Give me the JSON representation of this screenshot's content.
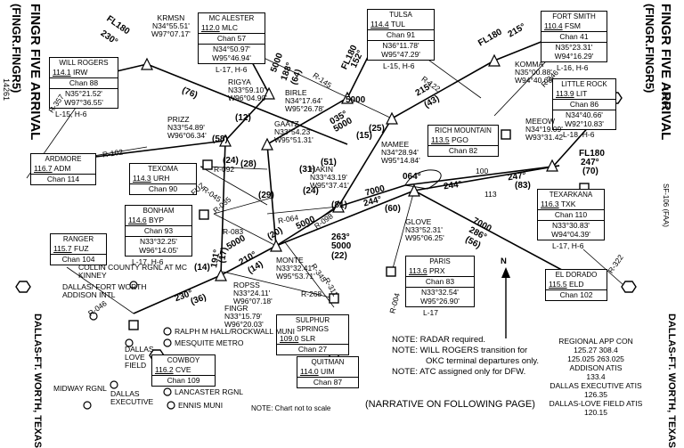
{
  "header": {
    "title": "FINGR FIVE ARRIVAL",
    "subtitle": "(FINGR.FINGR5)",
    "code": "14261",
    "city": "DALLAS-FT. WORTH, TEXAS",
    "sp": "SF-106 (FAA)"
  },
  "navaids": {
    "fort_smith": {
      "name": "FORT SMITH",
      "freq": "110.4",
      "id": "FSM",
      "chan": "Chan 41",
      "lat": "N35°23.31'",
      "lon": "W94°16.29'",
      "alt": "L-16, H-6"
    },
    "tulsa": {
      "name": "TULSA",
      "freq": "114.4",
      "id": "TUL",
      "chan": "Chan 91",
      "lat": "N36°11.78'",
      "lon": "W95°47.29'",
      "alt": "L-15, H-6"
    },
    "mcalester": {
      "name": "MC ALESTER",
      "freq": "112.0",
      "id": "MLC",
      "chan": "Chan 57",
      "lat": "N34°50.97'",
      "lon": "W95°46.94'",
      "alt": "L-17, H-6"
    },
    "will_rogers": {
      "name": "WILL ROGERS",
      "freq": "114.1",
      "id": "IRW",
      "chan": "Chan 88",
      "lat": "N35°21.52'",
      "lon": "W97°36.55'",
      "alt": "L-15, H-6"
    },
    "little_rock": {
      "name": "LITTLE ROCK",
      "freq": "113.9",
      "id": "LIT",
      "chan": "Chan 86",
      "lat": "N34°40.66'",
      "lon": "W92°10.83'",
      "alt": "L-18, H-6"
    },
    "rich_mountain": {
      "name": "RICH MOUNTAIN",
      "freq": "113.5",
      "id": "PGO",
      "chan": "Chan 82"
    },
    "ardmore": {
      "name": "ARDMORE",
      "freq": "116.7",
      "id": "ADM",
      "chan": "Chan 114"
    },
    "texoma": {
      "name": "TEXOMA",
      "freq": "114.3",
      "id": "URH",
      "chan": "Chan 90"
    },
    "bonham": {
      "name": "BONHAM",
      "freq": "114.6",
      "id": "BYP",
      "chan": "Chan 93",
      "lat": "N33°32.25'",
      "lon": "W96°14.05'",
      "alt": "L-17, H-6"
    },
    "ranger": {
      "name": "RANGER",
      "freq": "115.7",
      "id": "FUZ",
      "chan": "Chan 104"
    },
    "texarkana": {
      "name": "TEXARKANA",
      "freq": "116.3",
      "id": "TXK",
      "chan": "Chan 110",
      "lat": "N33°30.83'",
      "lon": "W94°04.39'",
      "alt": "L-17, H-6"
    },
    "paris": {
      "name": "PARIS",
      "freq": "113.6",
      "id": "PRX",
      "chan": "Chan 83",
      "lat": "N33°32.54'",
      "lon": "W95°26.90'",
      "alt": "L-17"
    },
    "el_dorado": {
      "name": "EL DORADO",
      "freq": "115.5",
      "id": "ELD",
      "chan": "Chan 102"
    },
    "sulphur_springs": {
      "name": "SULPHUR SPRINGS",
      "freq": "109.0",
      "id": "SLR",
      "chan": "Chan 27"
    },
    "cowboy": {
      "name": "COWBOY",
      "freq": "116.2",
      "id": "CVE",
      "chan": "Chan 109"
    },
    "quitman": {
      "name": "QUITMAN",
      "freq": "114.0",
      "id": "UIM",
      "chan": "Chan 87"
    }
  },
  "fixes": {
    "krmsn": {
      "name": "KRMSN",
      "lat": "N34°55.51'",
      "lon": "W97°07.17'"
    },
    "komma": {
      "name": "KOMMA",
      "lat": "N35°00.88'",
      "lon": "W94°40.66'"
    },
    "rigya": {
      "name": "RIGYA",
      "lat": "N33°59.10'",
      "lon": "W96°04.90'"
    },
    "birle": {
      "name": "BIRLE",
      "lat": "N34°17.64'",
      "lon": "W95°26.78'"
    },
    "prizz": {
      "name": "PRIZZ",
      "lat": "N33°54.89'",
      "lon": "W96°06.34'"
    },
    "gaatz": {
      "name": "GAATZ",
      "lat": "N33°54.23'",
      "lon": "W95°51.31'"
    },
    "meeow": {
      "name": "MEEOW",
      "lat": "N34°19.09'",
      "lon": "W93°31.42'"
    },
    "mamee": {
      "name": "MAMEE",
      "lat": "N34°28.94'",
      "lon": "W95°14.84'"
    },
    "hakin": {
      "name": "HAKIN",
      "lat": "N33°43.19'",
      "lon": "W95°37.41'"
    },
    "glove": {
      "name": "GLOVE",
      "lat": "N33°52.31'",
      "lon": "W95°06.25'"
    },
    "monte": {
      "name": "MONTE",
      "lat": "N33°32.41'",
      "lon": "W95°53.71'"
    },
    "ropss": {
      "name": "ROPSS",
      "lat": "N33°24.11'",
      "lon": "W96°07.18'"
    },
    "fingr": {
      "name": "FINGR",
      "lat": "N33°15.79'",
      "lon": "W96°20.03'"
    }
  },
  "route_labels": {
    "fl180_a": "FL180",
    "c230": "230°",
    "fl180_b": "FL180",
    "c152": "152°",
    "fl180_c": "FL180",
    "c215a": "215°",
    "c215b": "215°",
    "d43": "(43)",
    "d76": "(76)",
    "a5000_a": "5000",
    "c188": "188°",
    "d64": "(64)",
    "d12": "(12)",
    "d58": "(58)",
    "d24a": "(24)",
    "d28": "(28)",
    "a5000_b": "5000",
    "d15": "(15)",
    "d25": "(25)",
    "a5000_c": "5000",
    "d31": "(31)",
    "d51": "(51)",
    "c035": "035°",
    "c064a": "064°",
    "d29": "(29)",
    "d24b": "(24)",
    "c244a": "244°",
    "c244b": "244°",
    "a7000_a": "7000",
    "d60": "(60)",
    "c247": "247°",
    "fl180_d": "FL180",
    "c247b": "247°",
    "d70": "(70)",
    "d83": "(83)",
    "a7000_b": "7000",
    "c286": "286°",
    "d56": "(56)",
    "a5000_d": "5000",
    "c263": "263°",
    "a5000_e": "5000",
    "d22": "(22)",
    "d81": "(81)",
    "c191": "191°",
    "d17": "(17)",
    "c210": "210°",
    "d14": "(14)",
    "d14b": "(14)",
    "c230b": "230°",
    "d36": "(36)",
    "d20": "(20)",
    "a5000_f": "5000",
    "n100": "100",
    "n113": "113"
  },
  "radials": [
    "R-357",
    "R-122",
    "R-145",
    "R-346",
    "R-102",
    "R-092",
    "R-045",
    "R-035",
    "R-083",
    "R-064",
    "R-098",
    "R-345",
    "R-268",
    "R-311",
    "R-004",
    "R-322",
    "R-046"
  ],
  "airports": {
    "collin": "COLLIN COUNTY RGNL AT MC KINNEY",
    "dallas_fw": "DALLAS/ FORT WORTH ADDISON INTL",
    "dallas_love": "DALLAS- LOVE FIELD",
    "halls": "RALPH M HALL/ROCKWALL MUNI",
    "mesquite": "MESQUITE METRO",
    "midway": "MIDWAY RGNL",
    "dallas_exec": "DALLAS EXECUTIVE",
    "lancaster": "LANCASTER RGNL",
    "ennis": "ENNIS MUNI"
  },
  "notes": {
    "n1": "NOTE: RADAR required.",
    "n2": "NOTE: WILL ROGERS transition for",
    "n2b": "OKC terminal departures only.",
    "n3": "NOTE: ATC assigned only for DFW.",
    "scale": "NOTE: Chart not to scale",
    "narrative": "(NARRATIVE ON FOLLOWING PAGE)",
    "north": "N"
  },
  "comms": {
    "regional_app": "REGIONAL APP CON",
    "freq1": "125.27  308.4",
    "freq2": "125.025  263.025",
    "addison": "ADDISON ATIS",
    "addison_f": "133.4",
    "dal_exec": "DALLAS EXECUTIVE ATIS",
    "dal_exec_f": "126.35",
    "love": "DALLAS-LOVE FIELD ATIS",
    "love_f": "120.15"
  }
}
